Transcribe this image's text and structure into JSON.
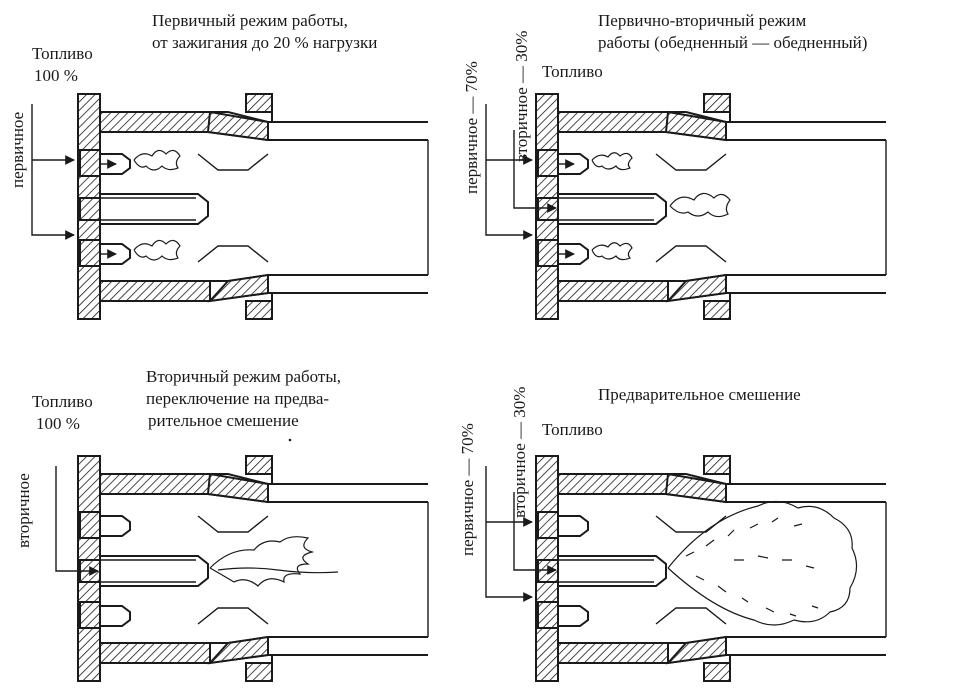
{
  "panels": [
    {
      "id": "p1",
      "title_lines": [
        "Первичный режим работы,",
        "от зажигания до 20 % нагрузки"
      ],
      "fuel_label": "Топливо",
      "fuel_percent": "100 %",
      "side_labels": [
        "первичное"
      ]
    },
    {
      "id": "p2",
      "title_lines": [
        "Первично-вторичный режим",
        "работы (обедненный — обедненный)"
      ],
      "fuel_label": "Топливо",
      "side_labels": [
        "первичное — 70%",
        "вторичное — 30%"
      ]
    },
    {
      "id": "p3",
      "title_lines": [
        "Вторичный режим работы,",
        "переключение на предва-",
        "рительное смешение"
      ],
      "fuel_label": "Топливо",
      "fuel_percent": "100 %",
      "side_labels": [
        "вторичное"
      ]
    },
    {
      "id": "p4",
      "title_lines": [
        "Предварительное смешение"
      ],
      "fuel_label": "Топливо",
      "side_labels": [
        "первичное — 70%",
        "вторичное — 30%"
      ]
    }
  ]
}
